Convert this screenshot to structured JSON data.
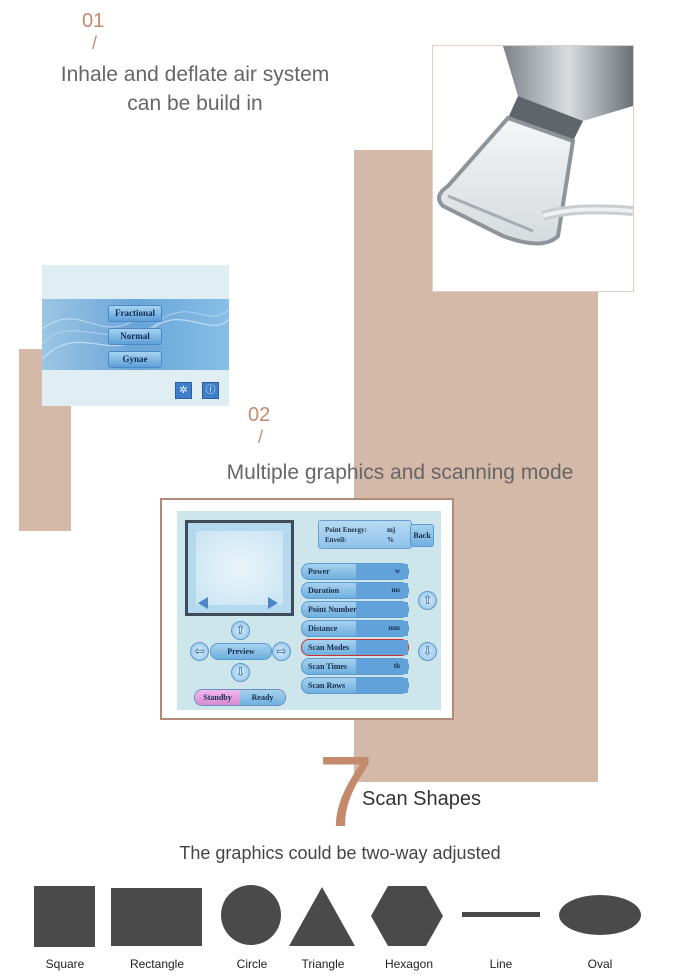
{
  "sections": [
    {
      "number": "01",
      "slash": "/",
      "heading_line1": "Inhale and deflate air system",
      "heading_line2": "can be build in"
    },
    {
      "number": "02",
      "slash": "/",
      "heading": "Multiple graphics and scanning mode"
    }
  ],
  "menu_screen": {
    "buttons": [
      "Fractional",
      "Normal",
      "Gynae"
    ],
    "icons": [
      "settings-icon",
      "info-icon"
    ]
  },
  "control_panel": {
    "info": {
      "line1_label": "Point Energy:",
      "line1_unit": "mj",
      "line2_label": "Enveil:",
      "line2_unit": "%"
    },
    "back_label": "Back",
    "preview_label": "Preview",
    "params": [
      {
        "label": "Power",
        "unit": "w"
      },
      {
        "label": "Duration",
        "unit": "ms"
      },
      {
        "label": "Point Number",
        "unit": ""
      },
      {
        "label": "Distance",
        "unit": "mm"
      },
      {
        "label": "Scan Modes",
        "unit": ""
      },
      {
        "label": "Scan Times",
        "unit": "th"
      },
      {
        "label": "Scan Rows",
        "unit": ""
      }
    ],
    "highlighted_param": "Scan Modes",
    "standby_label": "Standby",
    "ready_label": "Ready"
  },
  "scan_shapes": {
    "count": "7",
    "title": "Scan Shapes",
    "subtitle": "The graphics could be two-way adjusted",
    "shapes": [
      "Square",
      "Rectangle",
      "Circle",
      "Triangle",
      "Hexagon",
      "Line",
      "Oval"
    ]
  },
  "colors": {
    "accent": "#c48a6c",
    "tan_block": "#d4b8a8",
    "shape_fill": "#4a4a4a",
    "panel_blue": "#6fb0e0"
  }
}
